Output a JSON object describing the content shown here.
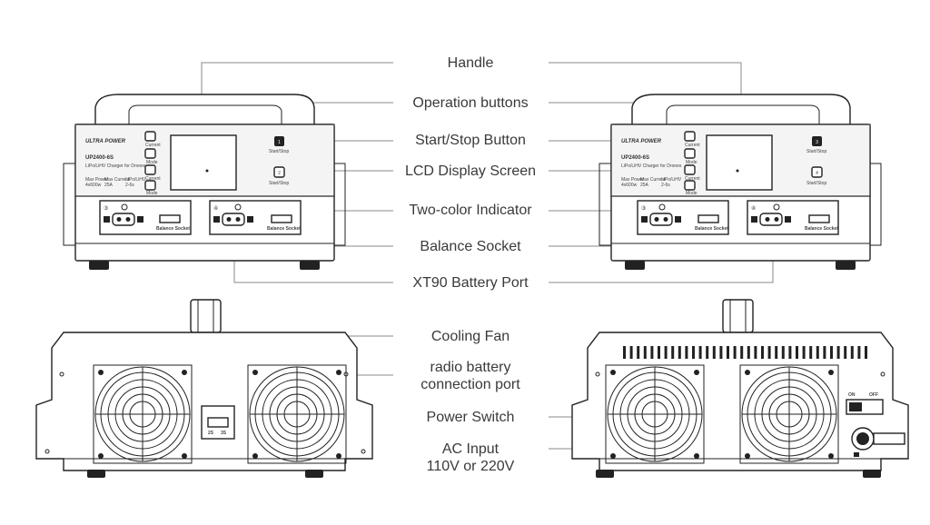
{
  "callouts": {
    "handle": "Handle",
    "operation_buttons": "Operation buttons",
    "start_stop": "Start/Stop Button",
    "lcd": "LCD Display Screen",
    "indicator": "Two-color Indicator",
    "balance": "Balance Socket",
    "xt90": "XT90 Battery Port",
    "fan": "Cooling Fan",
    "radio_line1": "radio battery",
    "radio_line2": "connection port",
    "power_switch": "Power Switch",
    "ac_line1": "AC Input",
    "ac_line2": "110V or 220V"
  },
  "device": {
    "brand": "ULTRA POWER",
    "model": "UP2400-6S",
    "subtitle": "LiPo/LiHV Charger for Drones",
    "spec_power_label": "Max Power",
    "spec_power_value": "4x600w",
    "spec_current_label": "Max Current",
    "spec_current_value": "25A",
    "spec_cells_label": "LiPo/LiHV",
    "spec_cells_value": "2-6s",
    "btn_current": "Current",
    "btn_mode": "Mode",
    "start_stop_label": "Start/Stop",
    "balance_label": "Balance Socket",
    "radio_port_2s": "2S",
    "radio_port_3s": "3S",
    "switch_on": "ON",
    "switch_off": "OFF"
  },
  "front_left": {
    "btn_top": "1",
    "btn_bottom": "2",
    "port_a": "③",
    "port_b": "④"
  },
  "front_right": {
    "btn_top": "3",
    "btn_bottom": "4",
    "port_a": "③",
    "port_b": "④"
  }
}
